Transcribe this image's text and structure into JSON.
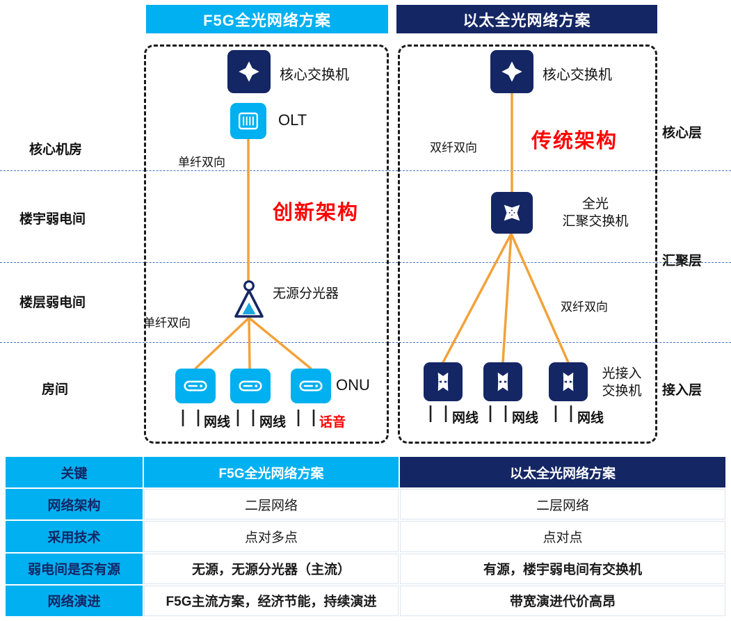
{
  "titles": {
    "f5g": "F5G全光网络方案",
    "eth": "以太全光网络方案"
  },
  "row_labels": [
    "核心机房",
    "楼宇弱电间",
    "楼层弱电间",
    "房间"
  ],
  "layer_labels": [
    "核心层",
    "汇聚层",
    "接入层"
  ],
  "f5g": {
    "core_switch": "核心交换机",
    "olt": "OLT",
    "fiber_top": "单纤双向",
    "arch": "创新架构",
    "splitter": "无源分光器",
    "fiber_bottom": "单纤双向",
    "onu": "ONU",
    "cables": [
      "网线",
      "网线",
      "话音"
    ]
  },
  "eth": {
    "core_switch": "核心交换机",
    "fiber_top": "双纤双向",
    "arch": "传统架构",
    "agg_line1": "全光",
    "agg_line2": "汇聚交换机",
    "fiber_bottom": "双纤双向",
    "access_line1": "光接入",
    "access_line2": "交换机",
    "cables": [
      "网线",
      "网线",
      "网线"
    ]
  },
  "table": {
    "headers": [
      "关键",
      "F5G全光网络方案",
      "以太全光网络方案"
    ],
    "rows": [
      {
        "key": "网络架构",
        "f5g": "二层网络",
        "eth": "二层网络",
        "f5g_style": "plain",
        "eth_style": "plain"
      },
      {
        "key": "采用技术",
        "f5g": "点对多点",
        "eth": "点对点",
        "f5g_style": "plain",
        "eth_style": "plain"
      },
      {
        "key": "弱电间是否有源",
        "f5g": "无源，无源分光器（主流）",
        "eth": "有源，楼宇弱电间有交换机",
        "f5g_style": "green",
        "eth_style": "red"
      },
      {
        "key": "网络演进",
        "f5g": "F5G主流方案，经济节能，持续演进",
        "eth": "带宽演进代价高昂",
        "f5g_style": "green",
        "eth_style": "red"
      }
    ]
  },
  "colors": {
    "cyan": "#00B0F0",
    "navy": "#142664",
    "orange": "#F2A23B",
    "divider_blue": "#4472C4",
    "red": "#FF0000",
    "green": "#00B050"
  }
}
